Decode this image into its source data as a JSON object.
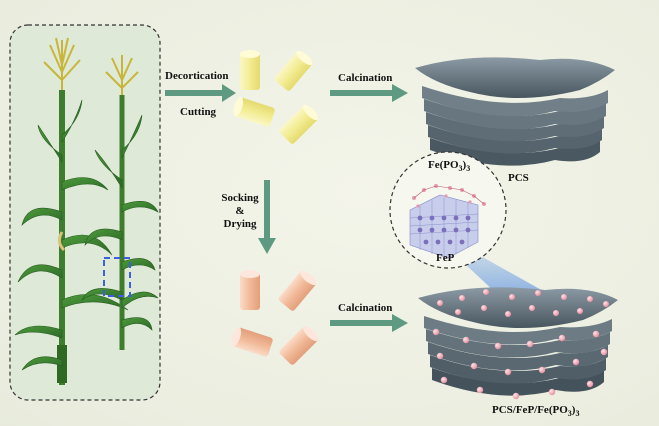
{
  "labels": {
    "decortication": "Decortication",
    "cutting": "Cutting",
    "calcination_top": "Calcination",
    "calcination_bottom": "Calcination",
    "socking": "Socking",
    "ampersand": "&",
    "drying": "Drying",
    "pcs": "PCS",
    "fe_po3_prefix": "Fe(PO",
    "fe_po3_sub": "3",
    "fe_po3_suffix": ")",
    "fe_po3_sub2": "3",
    "fep": "FeP",
    "composite_prefix": "PCS/FeP/Fe(PO",
    "composite_sub": "3",
    "composite_suffix": ")",
    "composite_sub2": "3"
  },
  "colors": {
    "background": "#eef0e2",
    "arrow": "#5e9a82",
    "stem_raw": "#f4ee9a",
    "stem_soaked": "#f2bfa0",
    "carbon_sheet": "#5a6b76",
    "fep_particle": "#f0a6b4",
    "selection_box": "#3a5fe0"
  },
  "icons": {
    "plant": "corn-plant-icon",
    "stem": "stem-piece-icon",
    "sheet": "layered-carbon-sheet-icon",
    "crystal": "crystal-lattice-icon"
  }
}
